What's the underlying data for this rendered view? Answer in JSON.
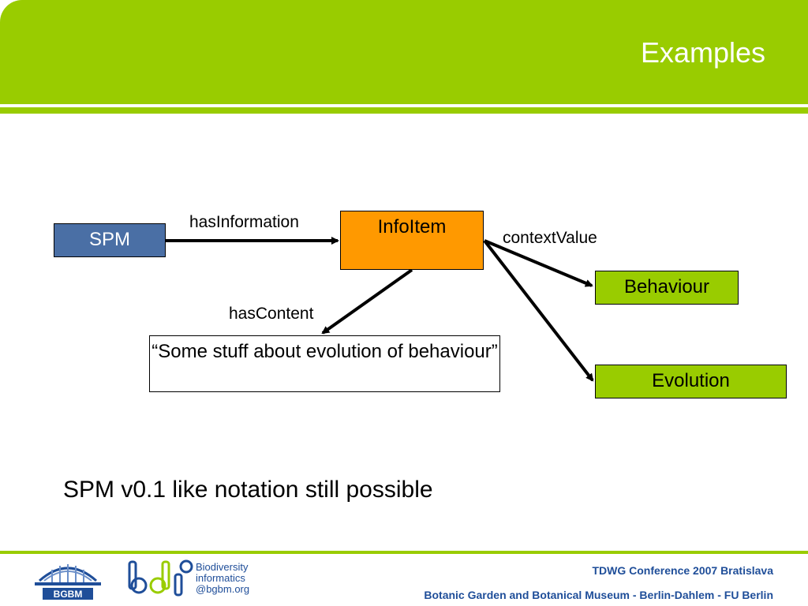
{
  "slide": {
    "title": "Examples",
    "note": "SPM v0.1 like notation still possible"
  },
  "diagram": {
    "nodes": {
      "spm": "SPM",
      "infoitem": "InfoItem",
      "behaviour": "Behaviour",
      "evolution": "Evolution",
      "content": "“Some stuff about evolution of behaviour”"
    },
    "edges": {
      "has_information": "hasInformation",
      "context_value": "contextValue",
      "has_content": "hasContent"
    }
  },
  "footer": {
    "conference": "TDWG Conference 2007 Bratislava",
    "institution": "Botanic Garden and Botanical Museum - Berlin-Dahlem - FU Berlin",
    "logo_bgbm": "BGBM",
    "logo_bdi_lines": [
      "Biodiversity",
      "informatics",
      "@bgbm.org"
    ]
  },
  "colors": {
    "accent_green": "#99cc00",
    "orange": "#ff9900",
    "blue_box": "#4a6fa5",
    "footer_blue": "#1f4e99"
  }
}
